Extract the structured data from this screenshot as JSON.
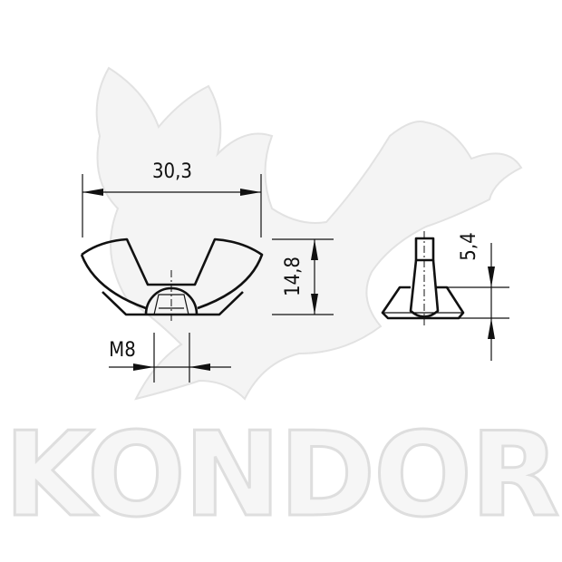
{
  "drawing": {
    "title": "Wing nut technical drawing",
    "dimensions": {
      "width": "30,3",
      "height": "14,8",
      "thread": "M8",
      "wing_thickness": "5,4"
    }
  },
  "watermark": {
    "logo_text": "KONDOR",
    "color": "#e2e2e2"
  }
}
